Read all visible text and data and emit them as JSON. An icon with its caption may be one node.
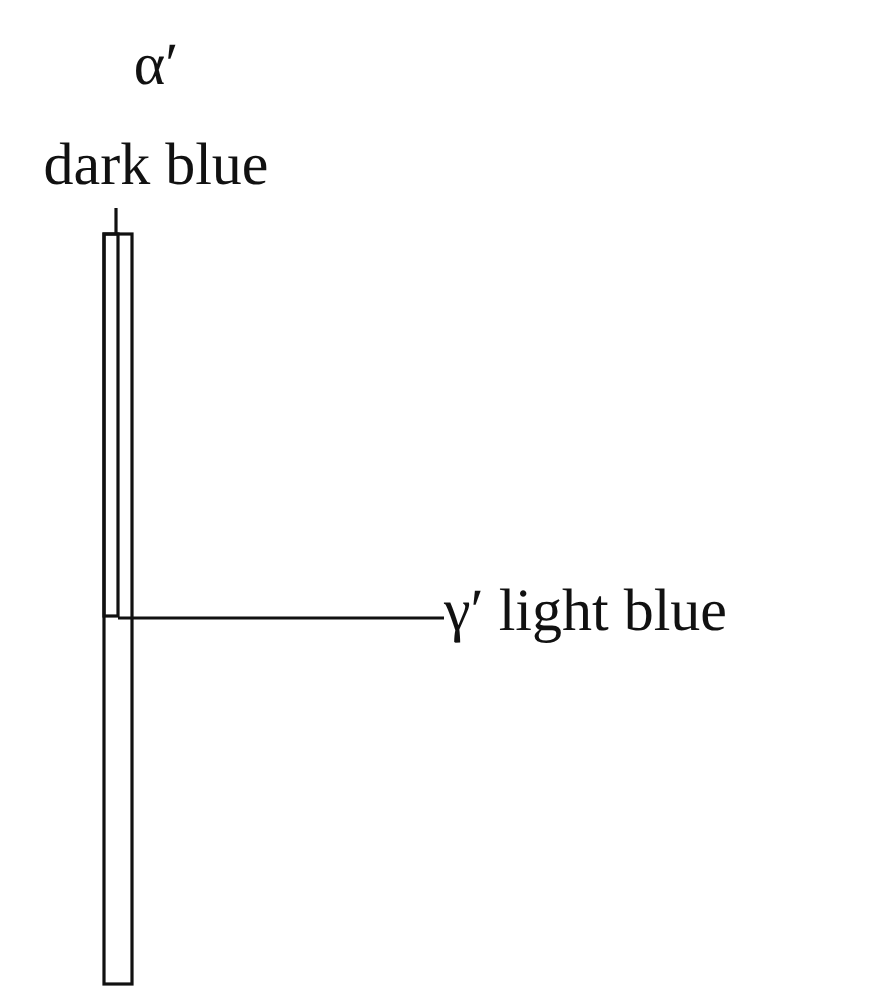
{
  "diagram": {
    "nodes": [
      {
        "text": [
          "α′",
          "dark blue"
        ]
      },
      {
        "text": [],
        "shape": "bar",
        "in": 3
      },
      {
        "text": [
          "γ′ light blue"
        ]
      },
      {
        "text": [],
        "shape": "bar"
      }
    ],
    "edges": [
      {
        "from": 0,
        "to": 1,
        "arrow": "none"
      },
      {
        "from": 2,
        "to": 3,
        "arrow": "none"
      }
    ]
  }
}
